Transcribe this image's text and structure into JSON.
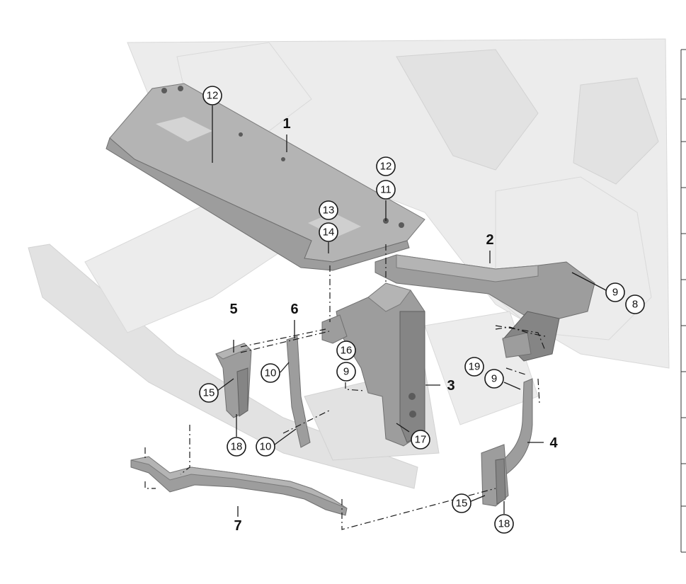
{
  "diagram": {
    "bold_labels": [
      "1",
      "2",
      "3",
      "4",
      "5",
      "6",
      "7"
    ],
    "callouts": [
      "12",
      "12",
      "11",
      "13",
      "14",
      "9",
      "8",
      "16",
      "9",
      "10",
      "15",
      "10",
      "18",
      "19",
      "9",
      "17",
      "15",
      "18"
    ]
  },
  "colors": {
    "background": "#ffffff",
    "ghost_body": "#ececec",
    "part_gray": "#9d9d9d",
    "outline": "#1a1a1a"
  }
}
